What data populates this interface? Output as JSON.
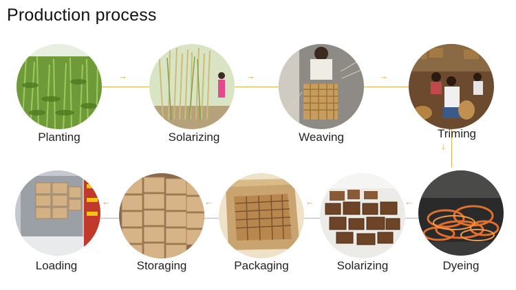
{
  "title": "Production process",
  "colors": {
    "connector": "#e2b04a",
    "arrow": "#e2a021"
  },
  "steps": [
    {
      "label": "Planting",
      "icon": "reed-field-photo"
    },
    {
      "label": "Solarizing",
      "icon": "drying-reeds-photo"
    },
    {
      "label": "Weaving",
      "icon": "weaving-basket-photo"
    },
    {
      "label": "Triming",
      "icon": "trimming-workshop-photo"
    },
    {
      "label": "Dyeing",
      "icon": "dyed-wicker-photo"
    },
    {
      "label": "Solarizing",
      "icon": "sun-drying-baskets-photo"
    },
    {
      "label": "Packaging",
      "icon": "boxed-basket-photo"
    },
    {
      "label": "Storaging",
      "icon": "stacked-cartons-photo"
    },
    {
      "label": "Loading",
      "icon": "container-loading-photo"
    }
  ]
}
